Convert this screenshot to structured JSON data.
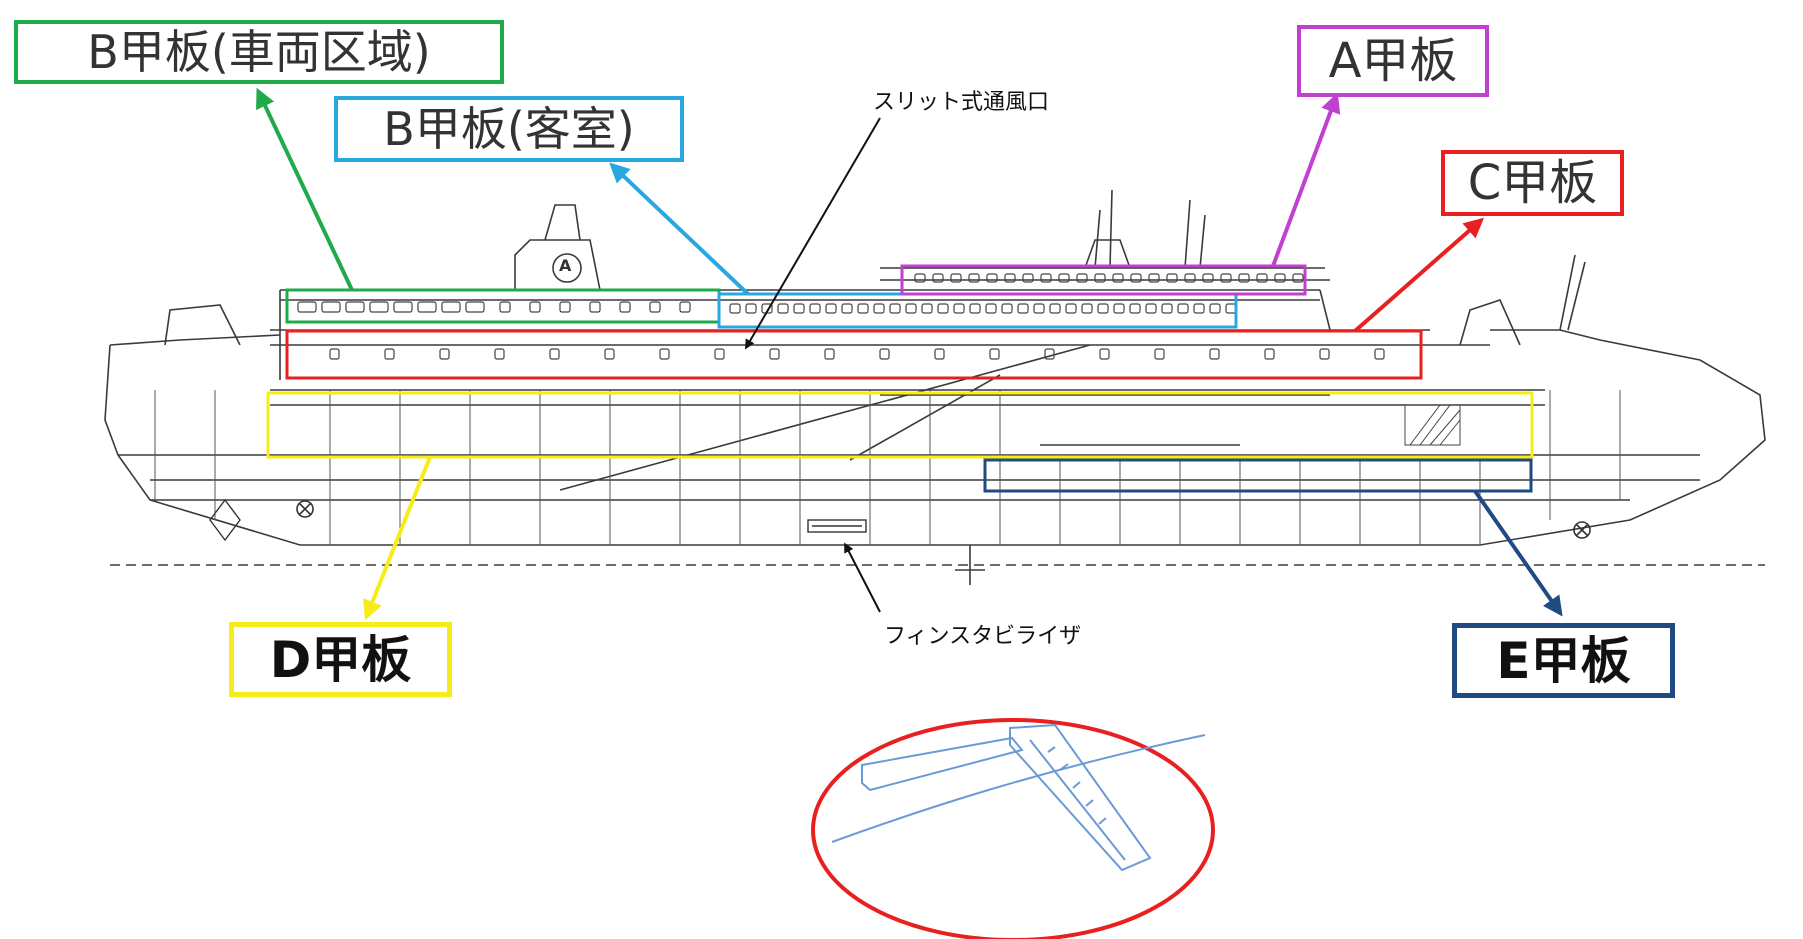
{
  "colors": {
    "green": "#1faa4b",
    "blue": "#29a8e0",
    "magenta": "#c040d0",
    "red": "#e8201f",
    "yellow": "#f5ec1a",
    "navy": "#1f4a82",
    "line": "#3a3a3a"
  },
  "labels": {
    "b_vehicle": "B甲板(車両区域)",
    "b_cabin": "B甲板(客室)",
    "a_deck": "A甲板",
    "c_deck": "C甲板",
    "d_deck": "D甲板",
    "e_deck": "E甲板"
  },
  "callouts": {
    "slit_vent": "スリット式通風口",
    "fin_stabilizer": "フィンスタビライザ"
  },
  "ship": {
    "funnel_logo": "A"
  }
}
